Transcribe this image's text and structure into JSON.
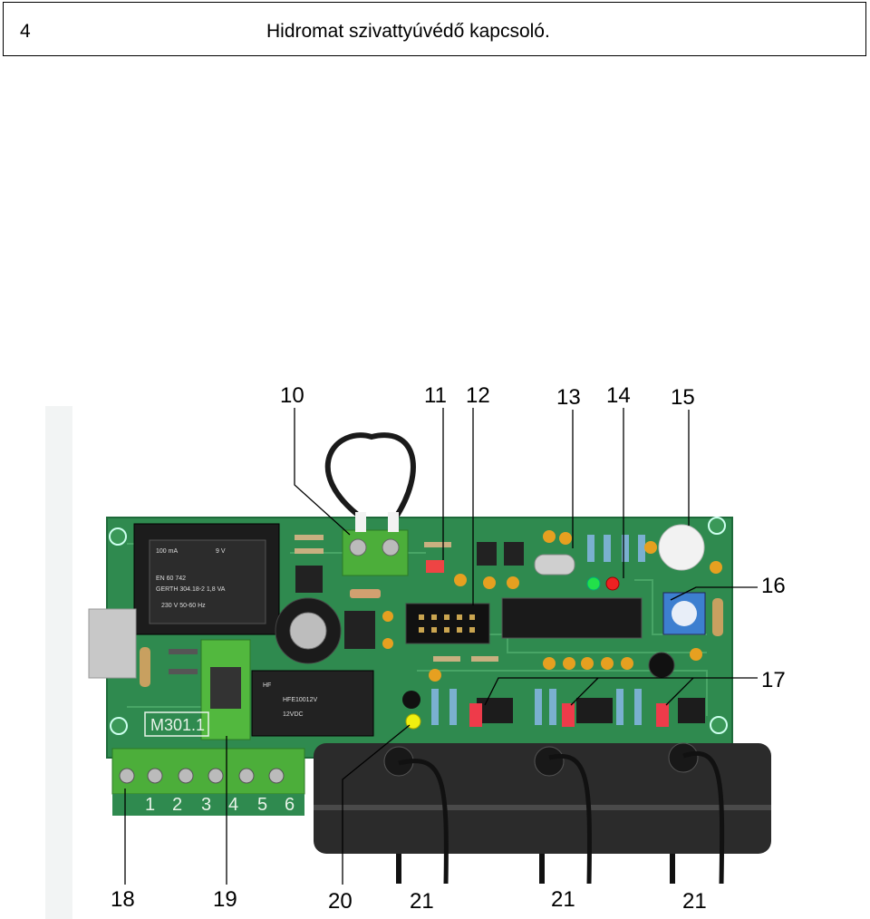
{
  "header": {
    "page_number": "4",
    "title": "Hidromat szivattyúvédő kapcsoló."
  },
  "figure": {
    "board_label": "M301.1",
    "terminal_numbers": [
      "1",
      "2",
      "3",
      "4",
      "5",
      "6"
    ],
    "callouts_top": [
      "10",
      "11",
      "12",
      "13",
      "14",
      "15"
    ],
    "callouts_right": [
      "16",
      "17"
    ],
    "callouts_bottom": [
      "18",
      "19",
      "20",
      "21",
      "21",
      "21"
    ],
    "transformer_text": {
      "a": "100 mA",
      "b": "9 V",
      "c": "EN 60 742",
      "d": "GERTH 304.18-2  1,8 VA",
      "e": "230 V   50-60 Hz"
    },
    "relay_text": {
      "a": "HF",
      "b": "HFE10012V",
      "c": "12VDC"
    },
    "colors": {
      "pcb": "#2f8a4f",
      "terminal": "#4cae3a",
      "probe_body": "#2b2b2b",
      "led_green": "#22e04a",
      "led_red": "#ee2222",
      "led_yellow": "#f0f010",
      "dip_switch": "#3d7fd0"
    }
  }
}
